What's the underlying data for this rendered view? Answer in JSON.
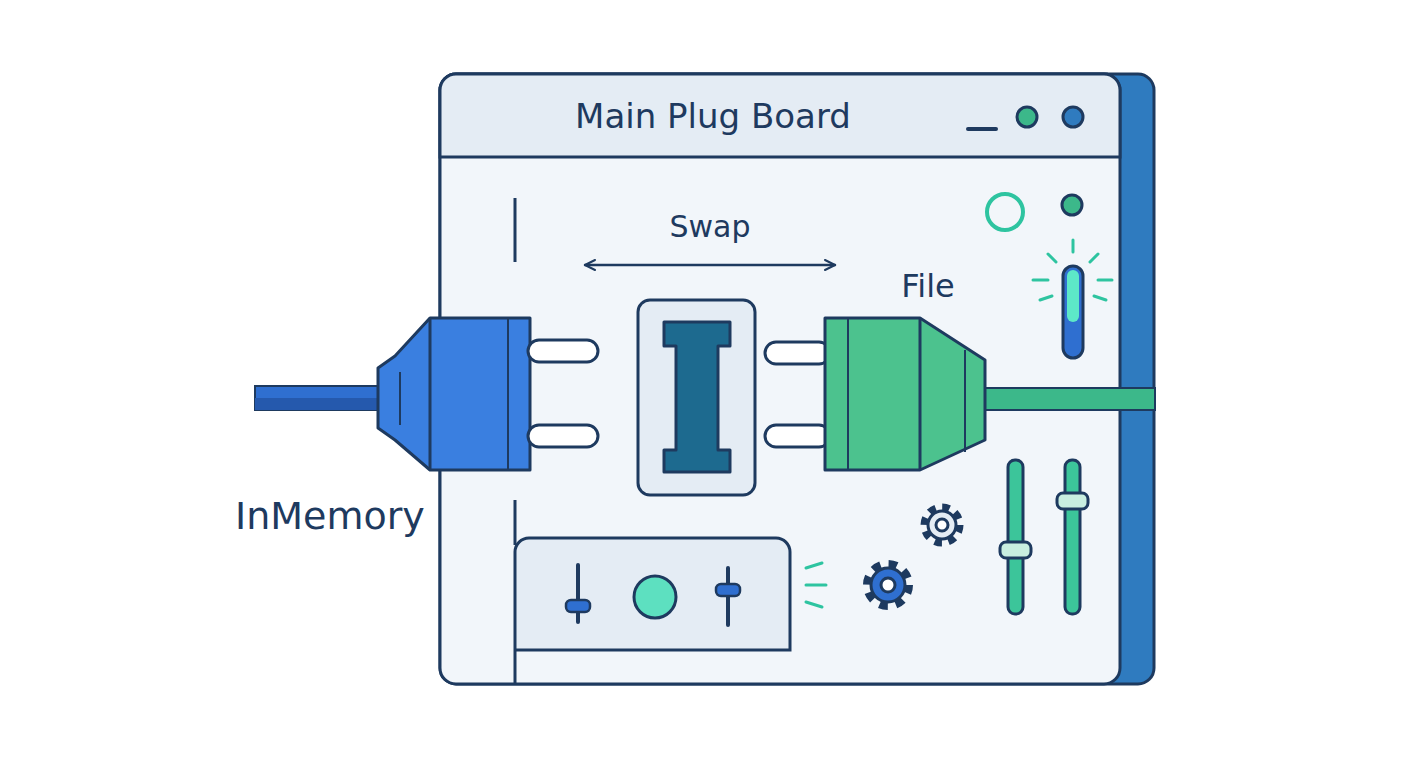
{
  "diagram": {
    "nodes": [
      {
        "text": [
          "Main Plug Board"
        ]
      },
      {
        "text": [
          "InMemory"
        ]
      },
      {
        "text": [
          "File"
        ],
        "in": 0
      }
    ],
    "edges": [
      {
        "from": 1,
        "to": 2,
        "arrow": "both",
        "label": "Swap"
      }
    ]
  }
}
